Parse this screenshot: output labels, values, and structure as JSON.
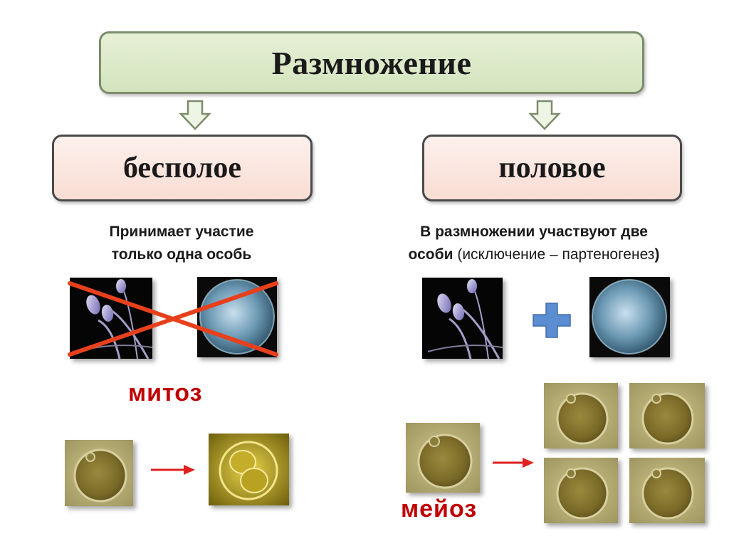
{
  "title": "Размножение",
  "asexual": {
    "label": "бесполое",
    "desc_line1": "Принимает участие",
    "desc_line2": "только одна особь",
    "process": "митоз"
  },
  "sexual": {
    "label": "половое",
    "desc_line1": "В размножении участвуют две",
    "desc_line2_bold": "особи",
    "desc_line2_normal": " (исключение – партеногенез",
    "desc_line2_close": ")",
    "process": "мейоз"
  },
  "icons": {
    "down_arrow": "hollow-down-arrow",
    "plus": "plus-sign",
    "cross": "red-cross-out",
    "right_arrow": "red-right-arrow"
  },
  "colors": {
    "title_fill": "#d9e7c7",
    "type_fill": "#fae6de",
    "red": "#c00000",
    "plus_blue": "#5b8ed0"
  }
}
